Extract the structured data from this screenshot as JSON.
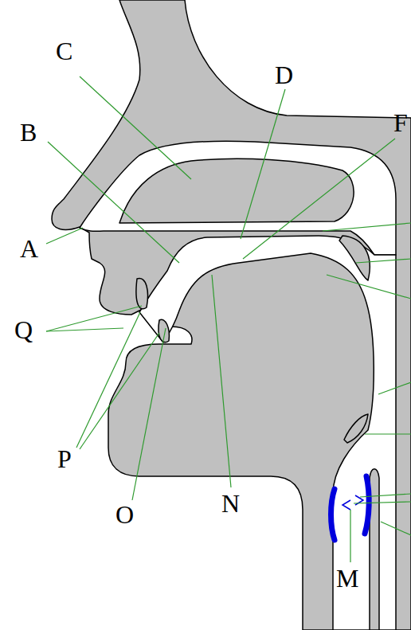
{
  "diagram": {
    "labels": [
      "C",
      "D",
      "B",
      "F",
      "A",
      "Q",
      "P",
      "O",
      "N",
      "M"
    ]
  }
}
